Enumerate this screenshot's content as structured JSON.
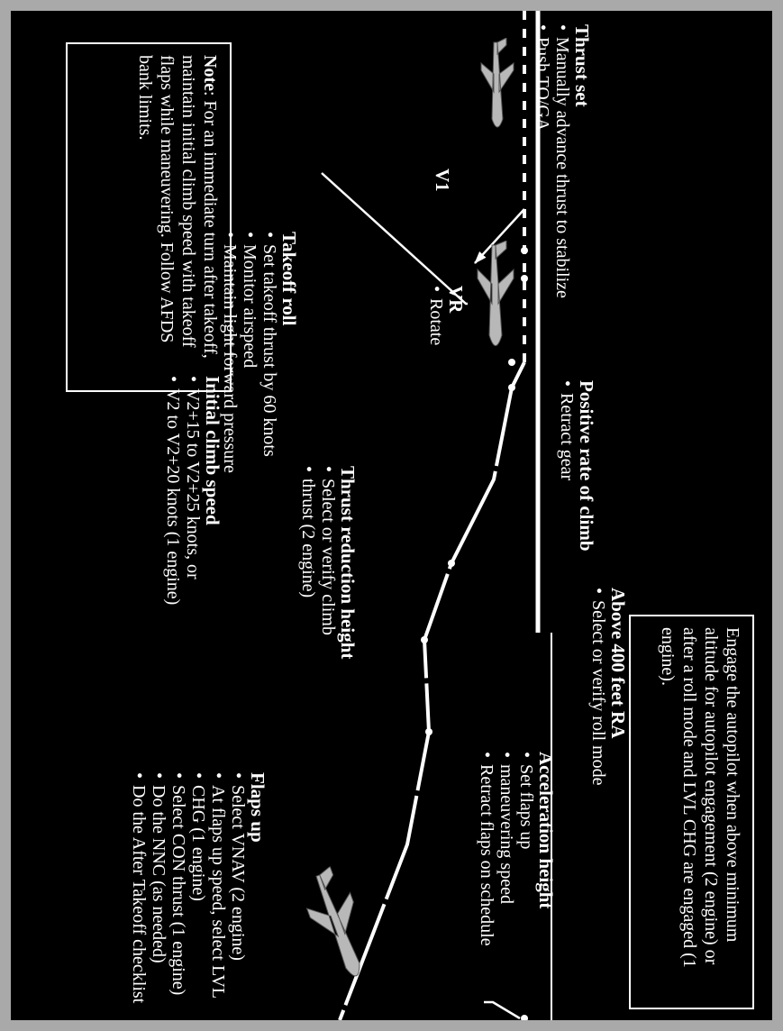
{
  "note": {
    "label": "Note",
    "text": ": For an immediate turn after takeoff, maintain initial climb speed with takeoff flaps while maneuvering. Follow AFDS bank limits."
  },
  "autopilot_box": {
    "text": "Engage the autopilot when above minimum altitude for autopilot engagement (2 engine) or after a roll mode and LVL CHG are engaged (1 engine)."
  },
  "callouts": {
    "thrust_set": {
      "title": "Thrust set",
      "items": [
        "Manually advance thrust to stabilize",
        "Push TO/GA"
      ]
    },
    "takeoff_roll": {
      "title": "Takeoff roll",
      "items": [
        "Set takeoff thrust by 60 knots",
        "Monitor airspeed",
        "Maintain light forward pressure"
      ]
    },
    "v1": {
      "title": "V1"
    },
    "vr": {
      "title": "VR",
      "items": [
        "Rotate"
      ]
    },
    "positive_rate": {
      "title": "Positive rate of climb",
      "items": [
        "Retract gear"
      ]
    },
    "initial_climb": {
      "title": "Initial climb speed",
      "items": [
        "V2+15 to V2+25 knots, or",
        "V2 to V2+20 knots (1 engine)"
      ]
    },
    "thrust_reduction": {
      "title": "Thrust reduction height",
      "items": [
        "Select or verify climb",
        "thrust (2 engine)"
      ]
    },
    "above_400": {
      "title": "Above 400 feet RA",
      "items": [
        "Select or verify roll mode"
      ]
    },
    "acceleration": {
      "title": "Acceleration height",
      "items": [
        "Set flaps up",
        "maneuvering speed",
        "Retract flaps on schedule"
      ]
    },
    "flaps_up": {
      "title": "Flaps up",
      "items": [
        "Select VNAV (2 engine)",
        "At flaps up speed, select LVL",
        "CHG (1 engine)",
        "Select CON thrust (1 engine)",
        "Do the NNC (as needed)",
        "Do the After Takeoff checklist"
      ]
    }
  },
  "colors": {
    "background": "#000000",
    "frame": "#a9a9a9",
    "ink": "#ffffff",
    "plane": "#b8b8b8"
  }
}
